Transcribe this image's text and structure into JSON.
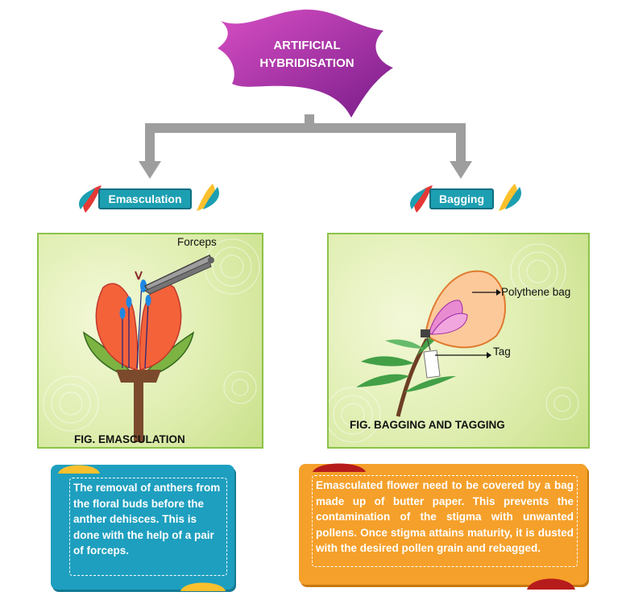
{
  "title": {
    "line1": "ARTIFICIAL",
    "line2": "HYBRIDISATION"
  },
  "branches": [
    {
      "label": "Emasculation"
    },
    {
      "label": "Bagging"
    }
  ],
  "figures": {
    "emasculation": {
      "caption": "FIG. EMASCULATION",
      "labels": {
        "forceps": "Forceps"
      }
    },
    "bagging": {
      "caption": "FIG.  BAGGING AND TAGGING",
      "labels": {
        "bag": "Polythene bag",
        "tag": "Tag"
      }
    }
  },
  "notes": {
    "emasculation": "The removal of anthers from the floral buds before the anther dehisces. This is done with the help of a pair of forceps.",
    "bagging": "Emasculated flower need to be covered by a bag made up of butter paper. This prevents the contamination of the stigma with unwanted pollens.  Once stigma attains maturity, it is dusted with the desired pollen grain and rebagged."
  },
  "colors": {
    "title_banner": "#9c2aa6",
    "label_tag": "#1d9fb2",
    "note_left": "#1e9fbf",
    "note_right": "#f5a02a",
    "connector": "#9e9e9e"
  }
}
